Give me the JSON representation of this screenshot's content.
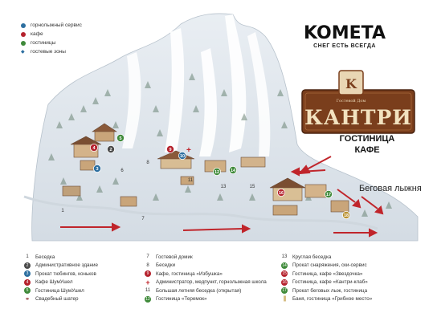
{
  "top_legend": [
    {
      "label": "горнолыжный сервис",
      "color": "#2d6fa0"
    },
    {
      "label": "кафе",
      "color": "#b5222d"
    },
    {
      "label": "гостиницы",
      "color": "#3f8a3a"
    },
    {
      "label": "гостевые зоны",
      "color": "#2d6fa0"
    }
  ],
  "brand": {
    "name": "KOMETA",
    "slogan": "СНЕГ ЕСТЬ ВСЕГДА"
  },
  "sign": {
    "text": "КАНТРИ",
    "subtitle": "Гостевой Дом",
    "letter": "K"
  },
  "country_caption": {
    "line1": "ГОСТИНИЦА",
    "line2": "КАФЕ"
  },
  "ski_track_label": "Беговая лыжня",
  "legend": {
    "col1": [
      {
        "num": "1",
        "label": "Беседка",
        "kind": "num"
      },
      {
        "num": "2",
        "label": "Административное здание",
        "kind": "badge",
        "color": "#4a4a4a"
      },
      {
        "num": "3",
        "label": "Прокат тюбингов, коньков",
        "kind": "badge",
        "color": "#2d6fa0"
      },
      {
        "num": "4",
        "label": "Кафе ШумУшел",
        "kind": "badge",
        "color": "#b5222d"
      },
      {
        "num": "5",
        "label": "Гостиница ШумУшел",
        "kind": "badge",
        "color": "#3f8a3a"
      },
      {
        "num": "6",
        "label": "Свадебный шатер",
        "kind": "rings",
        "color": "#8a2b2b"
      }
    ],
    "col2": [
      {
        "num": "7",
        "label": "Гостевой домик",
        "kind": "num"
      },
      {
        "num": "8",
        "label": "Беседки",
        "kind": "num"
      },
      {
        "num": "9",
        "label": "Кафе, гостиница «Избушка»",
        "kind": "badge",
        "color": "#b5222d"
      },
      {
        "num": "10",
        "label": "Администратор, медпункт, горнолыжная школа",
        "kind": "plus"
      },
      {
        "num": "11",
        "label": "Большая летняя беседка (открытая)",
        "kind": "num"
      },
      {
        "num": "12",
        "label": "Гостиница «Теремок»",
        "kind": "badge",
        "color": "#3f8a3a"
      }
    ],
    "col3": [
      {
        "num": "13",
        "label": "Круглая беседка",
        "kind": "num"
      },
      {
        "num": "14",
        "label": "Прокат снаряжения, ски-сервис",
        "kind": "badge",
        "color": "#3f8a3a"
      },
      {
        "num": "15",
        "label": "Гостиница, кафе «Звездочка»",
        "kind": "badge",
        "color": "#b5222d"
      },
      {
        "num": "16",
        "label": "Гостиница, кафе «Кантри-клаб»",
        "kind": "badge",
        "color": "#b5222d"
      },
      {
        "num": "17",
        "label": "Прокат беговых лыж, гостиница",
        "kind": "badge",
        "color": "#3f8a3a"
      },
      {
        "num": "18",
        "label": "Баня, гостиница «Грибное место»",
        "kind": "bars",
        "color": "#b8902f"
      }
    ]
  },
  "map_markers": [
    {
      "text": "1",
      "kind": "num"
    },
    {
      "text": "2",
      "kind": "badge",
      "color": "#4a4a4a"
    },
    {
      "text": "3",
      "kind": "badge",
      "color": "#2d6fa0"
    },
    {
      "text": "4",
      "kind": "badge",
      "color": "#b5222d"
    },
    {
      "text": "5",
      "kind": "badge",
      "color": "#3f8a3a"
    },
    {
      "text": "6",
      "kind": "num"
    },
    {
      "text": "7",
      "kind": "num"
    },
    {
      "text": "8",
      "kind": "num"
    },
    {
      "text": "9",
      "kind": "badge",
      "color": "#b5222d"
    },
    {
      "text": "10",
      "kind": "badge",
      "color": "#2d6fa0"
    },
    {
      "text": "11",
      "kind": "num"
    },
    {
      "text": "12",
      "kind": "badge",
      "color": "#3f8a3a"
    },
    {
      "text": "13",
      "kind": "num"
    },
    {
      "text": "14",
      "kind": "badge",
      "color": "#3f8a3a"
    },
    {
      "text": "15",
      "kind": "num"
    },
    {
      "text": "16",
      "kind": "badge",
      "color": "#b5222d"
    },
    {
      "text": "17",
      "kind": "badge",
      "color": "#3f8a3a"
    },
    {
      "text": "18",
      "kind": "badge",
      "color": "#b8902f"
    }
  ],
  "colors": {
    "arrow": "#c0252b",
    "sign_wood": "#7a3e1c",
    "snow": "#f4f7fa",
    "tree": "#5c7a6a"
  }
}
